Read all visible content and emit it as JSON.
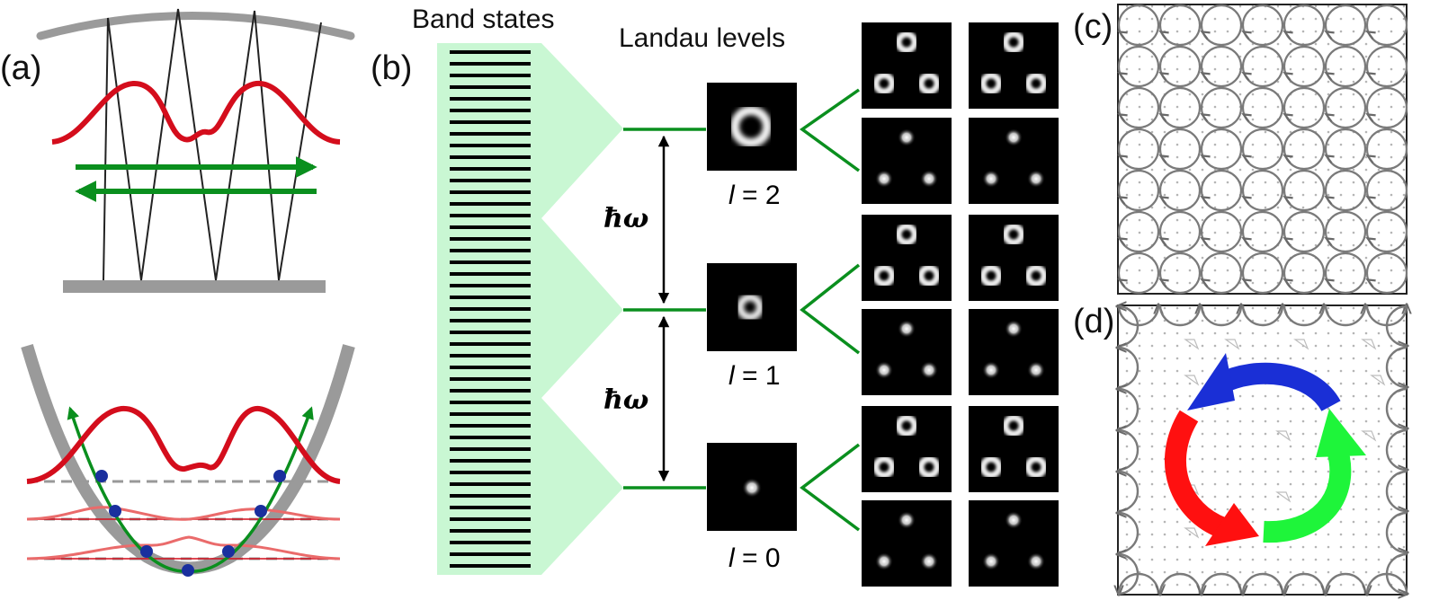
{
  "panels": {
    "a": "(a)",
    "b": "(b)",
    "c": "(c)",
    "d": "(d)"
  },
  "band": {
    "title": "Band states",
    "line_count": 45
  },
  "landau": {
    "title": "Landau levels",
    "gap_label": "ħω",
    "levels": [
      {
        "prefix": "l",
        "label": " = 2",
        "mode": "ring"
      },
      {
        "prefix": "l",
        "label": " = 1",
        "mode": "ring-small"
      },
      {
        "prefix": "l",
        "label": " = 0",
        "mode": "spot"
      }
    ]
  },
  "colors": {
    "red": "#d40d1c",
    "green": "#0a8f1e",
    "bright_green": "#1ecf3a",
    "mint": "#c9f7d3",
    "blue": "#1a2fd6",
    "grey": "#9a9a9a",
    "dark_grey": "#6a6a6a"
  }
}
